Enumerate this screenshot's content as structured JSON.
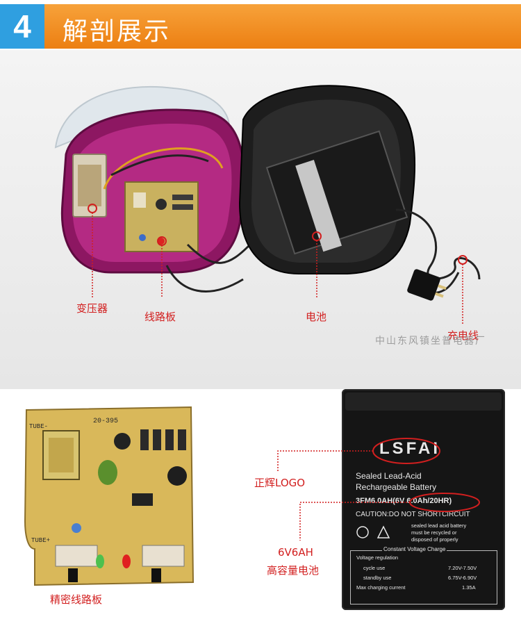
{
  "header": {
    "number": "4",
    "title": "解剖展示",
    "colors": {
      "number_bg": "#2f9fe0",
      "title_bg": "#ef8a20"
    }
  },
  "labels": {
    "transformer": "变压器",
    "circuit_board": "线路板",
    "battery": "电池",
    "charge_cable": "充电线",
    "precision_board": "精密线路板",
    "genuine_logo": "正辉LOGO",
    "battery_spec": "6V6AH",
    "battery_capacity": "高容量电池"
  },
  "watermark": "中山东风镇坐普电器厂",
  "pcb": {
    "top_text": "20-395",
    "left_text": "TUBE-",
    "bottom_text": "TUBE+"
  },
  "battery_label": {
    "brand": "LSFAI",
    "line1": "Sealed Lead-Acid",
    "line2": "Rechargeable Battery",
    "model": "3FM6.0AH(6V 6.0Ah/20HR)",
    "caution": "CAUTION:DO NOT SHORTCIRCUIT",
    "recycle1": "sealed lead acid battery",
    "recycle2": "must be recycled or",
    "recycle3": "disposed of properly",
    "charge_title": "Constant Voltage Charge",
    "vr": "Voltage regulation",
    "cycle_use": "cycle use",
    "cycle_val": "7.20V-7.50V",
    "standby_use": "standby use",
    "standby_val": "6.75V-6.90V",
    "max_current": "Max charging current",
    "max_val": "1.35A"
  }
}
